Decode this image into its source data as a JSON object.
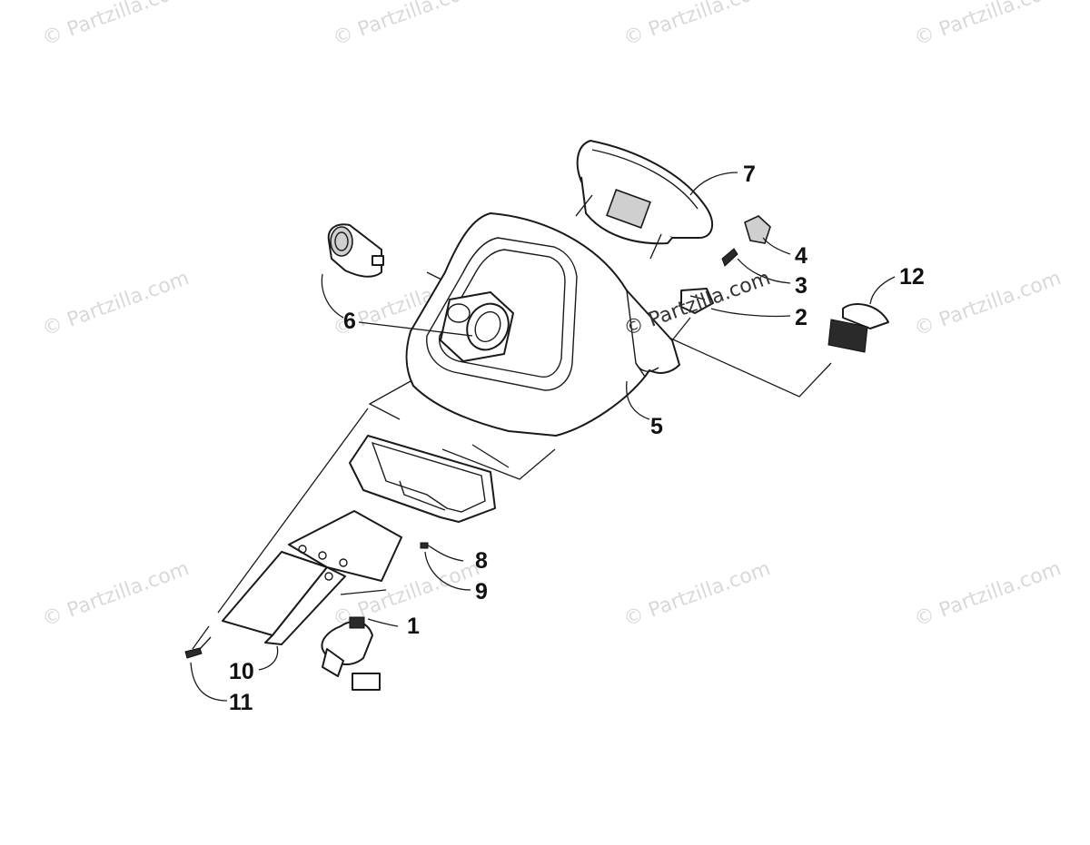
{
  "watermark": {
    "text": "© Partzilla.com",
    "center_text": "© Partzilla.com"
  },
  "callouts": [
    "1",
    "2",
    "3",
    "4",
    "5",
    "6",
    "7",
    "8",
    "9",
    "10",
    "11",
    "12"
  ]
}
